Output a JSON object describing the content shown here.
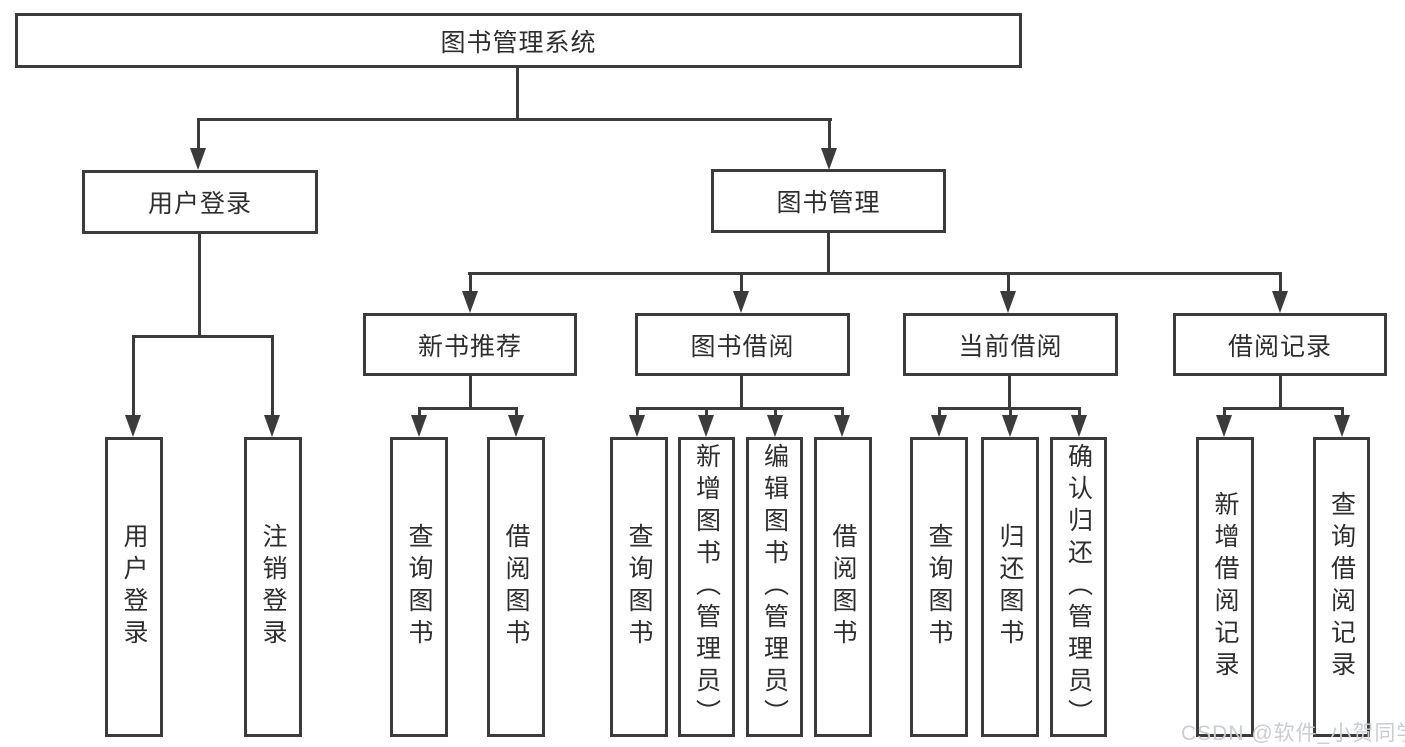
{
  "diagram_title": "图书管理系统",
  "nodes": {
    "root": "图书管理系统",
    "user_login": "用户登录",
    "book_mgmt": "图书管理",
    "new_books": "新书推荐",
    "book_borrow": "图书借阅",
    "current_borrow": "当前借阅",
    "borrow_records": "借阅记录",
    "user_login_children": [
      "用户登录",
      "注销登录"
    ],
    "new_books_children": [
      "查询图书",
      "借阅图书"
    ],
    "book_borrow_children": [
      "查询图书",
      "新增图书（管理员）",
      "编辑图书（管理员）",
      "借阅图书"
    ],
    "current_borrow_children": [
      "查询图书",
      "归还图书",
      "确认归还（管理员）"
    ],
    "borrow_records_children": [
      "新增借阅记录",
      "查询借阅记录"
    ]
  },
  "watermark": "CSDN @软件_小贺同学",
  "colors": {
    "line": "#3b3b3b",
    "text": "#2e2e2e",
    "watermark": "#c9ced4",
    "bg": "#ffffff"
  }
}
